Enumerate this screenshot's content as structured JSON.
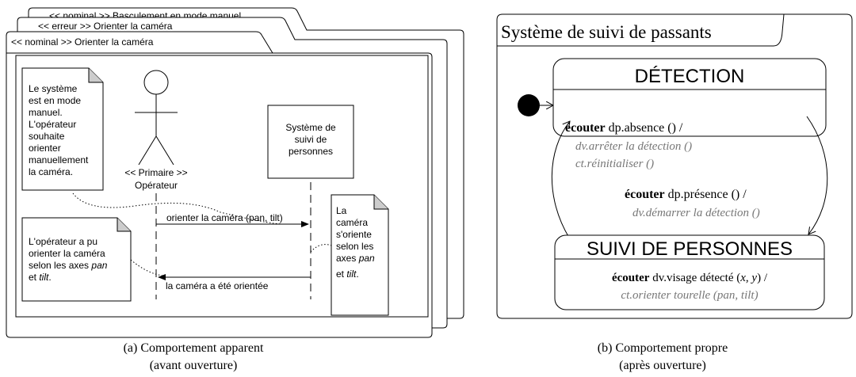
{
  "left": {
    "frame_titles": [
      "<< nominal >> Basculement en mode manuel",
      "<< erreur >> Orienter la caméra",
      "<< nominal >> Orienter la caméra"
    ],
    "note_top_lines": [
      "Le système",
      "est en mode",
      "manuel.",
      "L'opérateur",
      "souhaite",
      "orienter",
      "manuellement",
      "la caméra."
    ],
    "actor_lines": [
      "<< Primaire >>",
      "Opérateur"
    ],
    "system_lines": [
      "Système de",
      "suivi de",
      "personnes"
    ],
    "message_1": "orienter la caméra (pan, tilt)",
    "message_2": "la caméra a été orientée",
    "note_right": {
      "l1": "La",
      "l2": "caméra",
      "l3": "s'oriente",
      "l4": "selon les",
      "l5_a": "axes ",
      "l5_b": "pan",
      "l6_a": "et ",
      "l6_b": "tilt",
      "l6_c": "."
    },
    "note_bottom": {
      "l1": "L'opérateur a pu",
      "l2": "orienter la caméra",
      "l3_a": "selon les axes ",
      "l3_b": "pan",
      "l4_a": "et ",
      "l4_b": "tilt",
      "l4_c": "."
    },
    "caption_lines": [
      "(a) Comportement apparent",
      "(avant ouverture)"
    ]
  },
  "right": {
    "title": "Système de suivi de passants",
    "state_detection": "DÉTECTION",
    "state_suivi": "SUIVI DE PERSONNES",
    "transition_1": {
      "kw": "écouter",
      "event": " dp.absence () /",
      "action_1": "dv.arrêter la détection ()",
      "action_2": "ct.réinitialiser ()"
    },
    "transition_2": {
      "kw": "écouter",
      "event": " dp.présence () /",
      "action_1": "dv.démarrer la détection ()"
    },
    "suivi_internal": {
      "kw": "écouter",
      "event": " dv.visage détecté (",
      "x": "x",
      "comma": ", ",
      "y": "y",
      "close": ") /",
      "action_a": "ct.orienter tourelle (",
      "pan": "pan",
      "sep": ", ",
      "tilt": "tilt",
      "action_close": ")"
    },
    "caption_lines": [
      "(b) Comportement propre",
      "(après ouverture)"
    ]
  }
}
